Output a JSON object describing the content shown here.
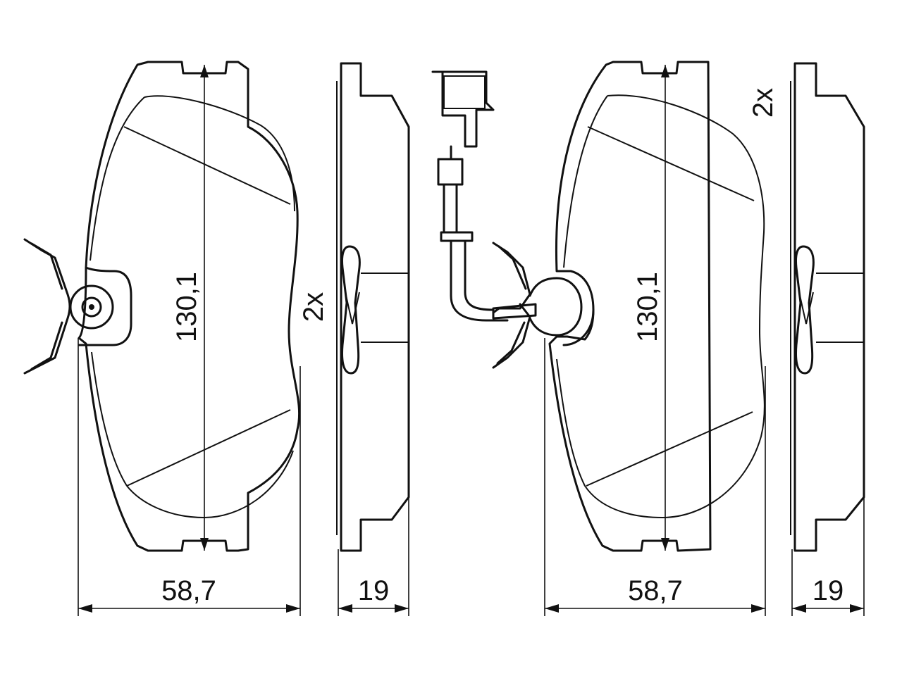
{
  "left_group": {
    "height_label": "130,1",
    "width_label": "58,7",
    "thickness_label": "19",
    "quantity_label": "2x"
  },
  "right_group": {
    "height_label": "130,1",
    "width_label": "58,7",
    "thickness_label": "19",
    "quantity_label": "2x"
  },
  "colors": {
    "line": "#111111",
    "background": "#ffffff"
  }
}
